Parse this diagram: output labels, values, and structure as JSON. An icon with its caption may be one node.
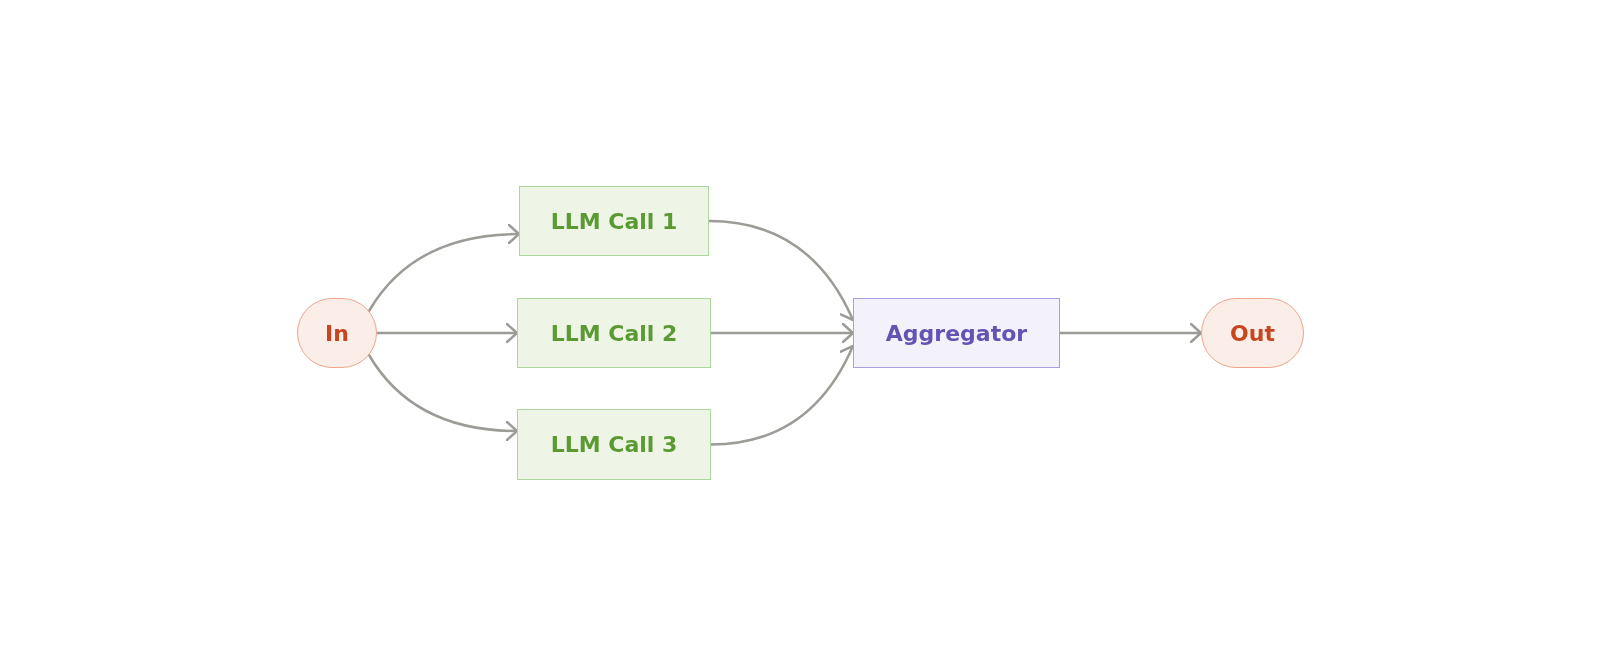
{
  "diagram": {
    "nodes": [
      {
        "text": [
          "In"
        ]
      },
      {
        "text": [
          "LLM Call 1"
        ]
      },
      {
        "text": [
          "LLM Call 2"
        ]
      },
      {
        "text": [
          "LLM Call 3"
        ]
      },
      {
        "text": [
          "Aggregator"
        ]
      },
      {
        "text": [
          "Out"
        ]
      }
    ],
    "edges": [
      {
        "from": 0,
        "to": 1,
        "arrow": "to"
      },
      {
        "from": 0,
        "to": 2,
        "arrow": "to"
      },
      {
        "from": 0,
        "to": 3,
        "arrow": "to"
      },
      {
        "from": 1,
        "to": 4,
        "arrow": "to"
      },
      {
        "from": 2,
        "to": 4,
        "arrow": "to"
      },
      {
        "from": 3,
        "to": 4,
        "arrow": "to"
      },
      {
        "from": 4,
        "to": 5,
        "arrow": "to"
      }
    ]
  }
}
